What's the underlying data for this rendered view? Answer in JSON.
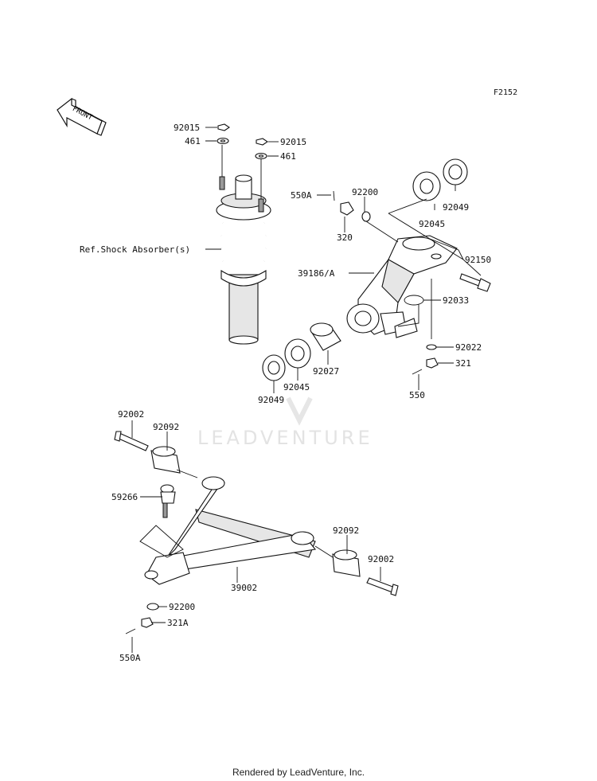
{
  "figure_code": "F2152",
  "front_label": "FRONT",
  "watermark": "LEADVENTURE",
  "footer": "Rendered by LeadVenture, Inc.",
  "labels": {
    "l92015a": "92015",
    "l461a": "461",
    "l92015b": "92015",
    "l461b": "461",
    "l550A_top": "550A",
    "l92200_top": "92200",
    "l92045_top": "92045",
    "l92049_top": "92049",
    "l320": "320",
    "l92150": "92150",
    "lref": "Ref.Shock Absorber(s)",
    "l39186": "39186/A",
    "l92033": "92033",
    "l92022": "92022",
    "l321": "321",
    "l550": "550",
    "l92027": "92027",
    "l92045_bot": "92045",
    "l92049_bot": "92049",
    "l92002_left": "92002",
    "l92092_left": "92092",
    "l59266": "59266",
    "l92092_right": "92092",
    "l92002_right": "92002",
    "l39002": "39002",
    "l92200_bot": "92200",
    "l321A": "321A",
    "l550A_bot": "550A"
  }
}
